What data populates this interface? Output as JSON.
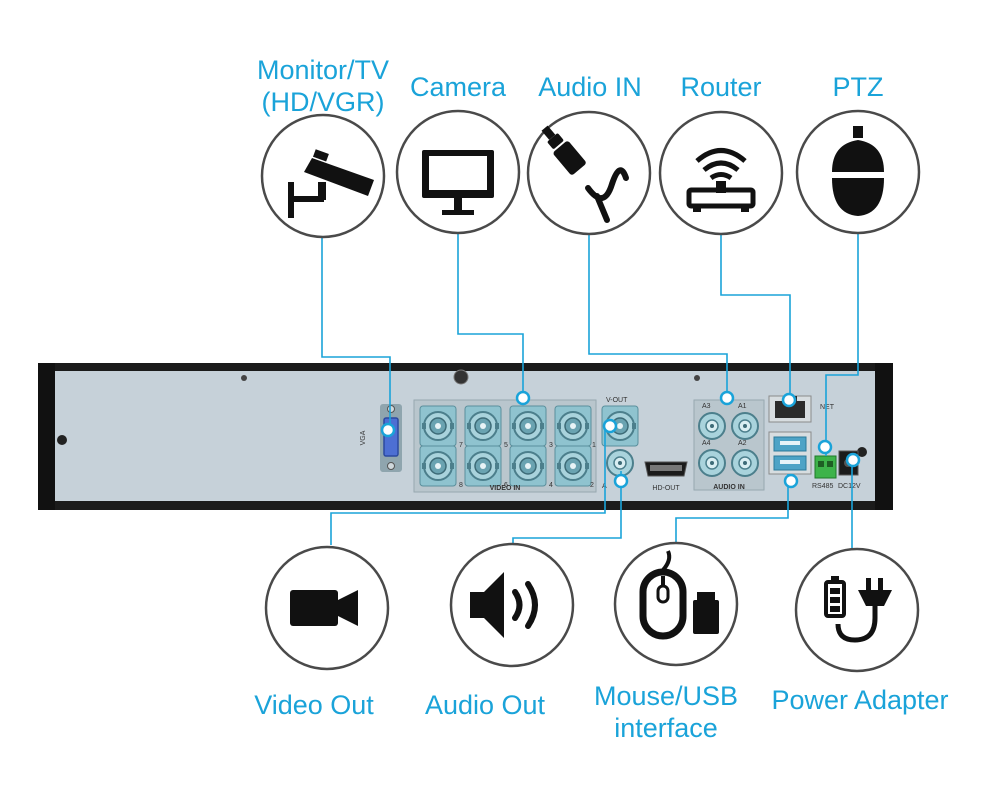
{
  "top_labels": {
    "monitor_line1": "Monitor/TV",
    "monitor_line2": "(HD/VGR)",
    "camera": "Camera",
    "audio_in": "Audio IN",
    "router": "Router",
    "ptz": "PTZ"
  },
  "bottom_labels": {
    "video_out": "Video Out",
    "audio_out": "Audio Out",
    "mouse_line1": "Mouse/USB",
    "mouse_line2": "interface",
    "power": "Power Adapter"
  },
  "panel_labels": {
    "vga": "VGA",
    "video_in": "VIDEO IN",
    "v_out": "V-OUT",
    "a_out": "A",
    "hd_out": "HD-OUT",
    "audio_in": "AUDIO IN",
    "net": "NET",
    "rs485": "RS485",
    "dc12v": "DC12V",
    "a3": "A3",
    "a1": "A1",
    "a4": "A4",
    "a2": "A2",
    "ch7": "7",
    "ch5": "5",
    "ch3": "3",
    "ch1": "1",
    "ch8": "8",
    "ch6": "6",
    "ch4": "4",
    "ch2": "2"
  },
  "icons": [
    "cctv-camera-icon",
    "monitor-icon",
    "audio-plug-icon",
    "router-icon",
    "ptz-dome-icon",
    "video-camera-icon",
    "speaker-icon",
    "mouse-usb-icon",
    "power-adapter-icon"
  ],
  "colors": {
    "accent": "#1aa3d9",
    "icon": "#111111",
    "circle_border": "#4a4a4a",
    "panel": "#c5d0d8",
    "frame": "#1a1a1a",
    "bnc": "#8fc3cf"
  }
}
